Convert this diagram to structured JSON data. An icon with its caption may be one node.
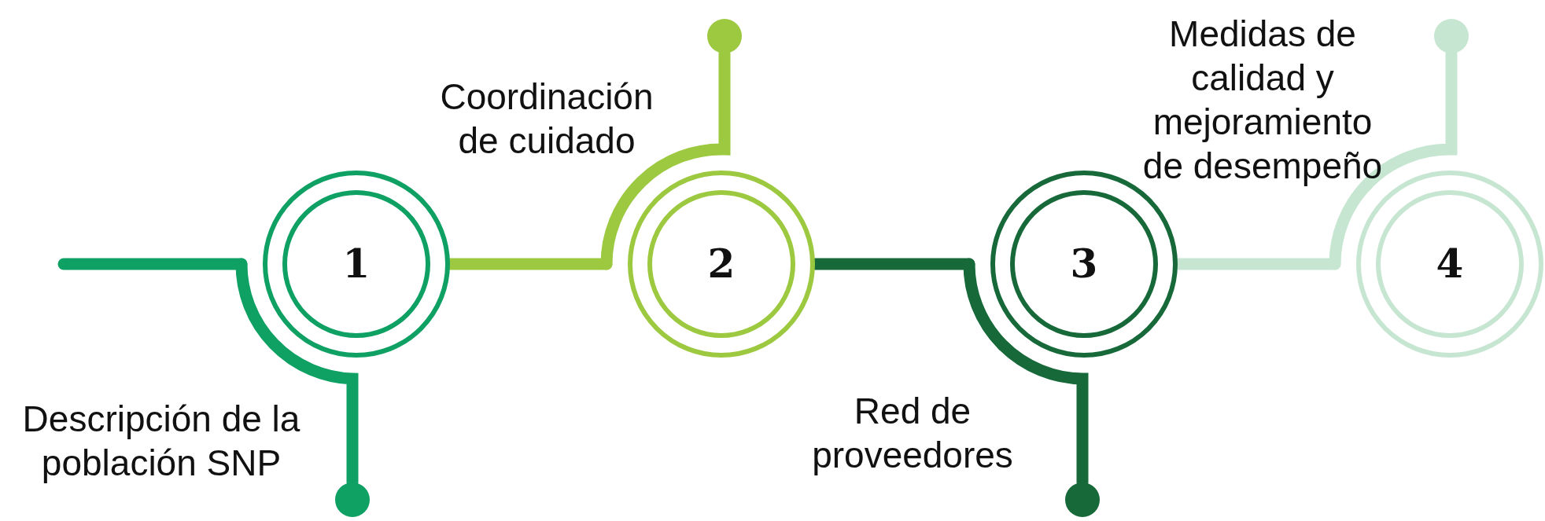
{
  "diagram": {
    "nodes": [
      {
        "text": [
          "1"
        ],
        "beside": [
          "Descripción de la población SNP"
        ]
      },
      {
        "text": [
          "2"
        ],
        "beside": [
          "Coordinación de cuidado"
        ]
      },
      {
        "text": [
          "3"
        ],
        "beside": [
          "Red de proveedores"
        ]
      },
      {
        "text": [
          "4"
        ],
        "beside": [
          "Medidas de calidad y mejoramiento de desempeño"
        ]
      },
      {
        "text": [],
        "shape": "circle"
      },
      {
        "text": [],
        "shape": "circle"
      },
      {
        "text": [],
        "shape": "circle"
      },
      {
        "text": [],
        "shape": "circle"
      }
    ],
    "edges": [
      {
        "from": null,
        "to": 0,
        "arrow": "none",
        "color": "#0fa064"
      },
      {
        "from": 0,
        "to": 4,
        "arrow": "none",
        "color": "#0fa064"
      },
      {
        "from": 0,
        "to": 1,
        "arrow": "none",
        "color": "#9cc93f"
      },
      {
        "from": 1,
        "to": 5,
        "arrow": "none",
        "color": "#9cc93f"
      },
      {
        "from": 1,
        "to": 2,
        "arrow": "none",
        "color": "#17693a"
      },
      {
        "from": 2,
        "to": 6,
        "arrow": "none",
        "color": "#17693a"
      },
      {
        "from": 2,
        "to": 3,
        "arrow": "none",
        "color": "#c6e6d2"
      },
      {
        "from": 3,
        "to": 7,
        "arrow": "none",
        "color": "#c6e6d2"
      }
    ]
  }
}
